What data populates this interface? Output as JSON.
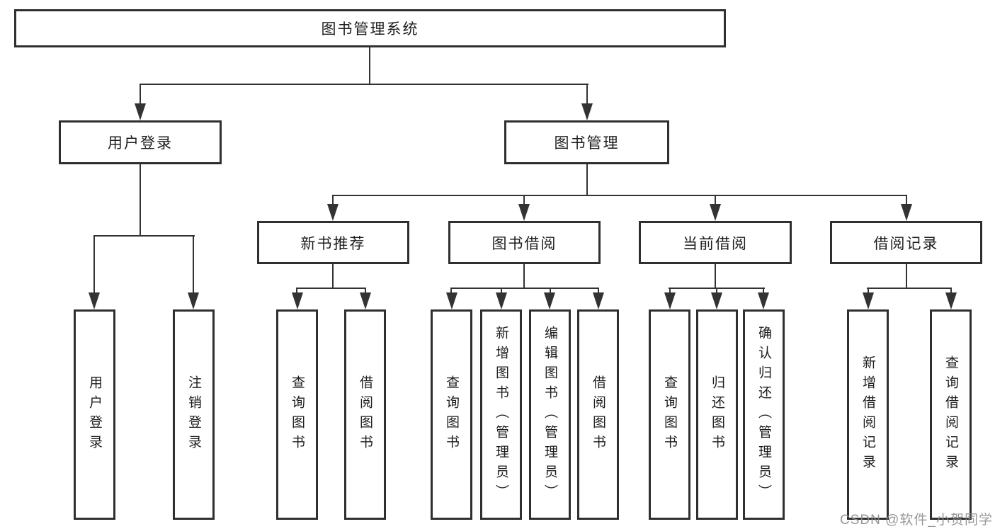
{
  "diagram": {
    "title": "图书管理系统",
    "nodes": {
      "root": "图书管理系统",
      "user_login": "用户登录",
      "book_management": "图书管理",
      "new_book_recommend": "新书推荐",
      "book_borrowing": "图书借阅",
      "current_borrowing": "当前借阅",
      "borrowing_records": "借阅记录",
      "leaf_user_login": "用户登录",
      "leaf_logout_login": "注销登录",
      "leaf_nb_query_books": "查询图书",
      "leaf_nb_borrow_books": "借阅图书",
      "leaf_bb_query_books": "查询图书",
      "leaf_bb_add_books_admin": "新增图书（管理员）",
      "leaf_bb_edit_books_admin": "编辑图书（管理员）",
      "leaf_bb_borrow_books": "借阅图书",
      "leaf_cb_query_books": "查询图书",
      "leaf_cb_return_books": "归还图书",
      "leaf_cb_confirm_return_admin": "确认归还（管理员）",
      "leaf_br_add_record": "新增借阅记录",
      "leaf_br_query_record": "查询借阅记录"
    },
    "colors": {
      "line": "#333333",
      "border": "#2f2f2f",
      "text": "#1d1d1d",
      "background": "#ffffff",
      "watermark": "#8c8c8c"
    }
  },
  "watermark": "CSDN @软件_小贺同学"
}
